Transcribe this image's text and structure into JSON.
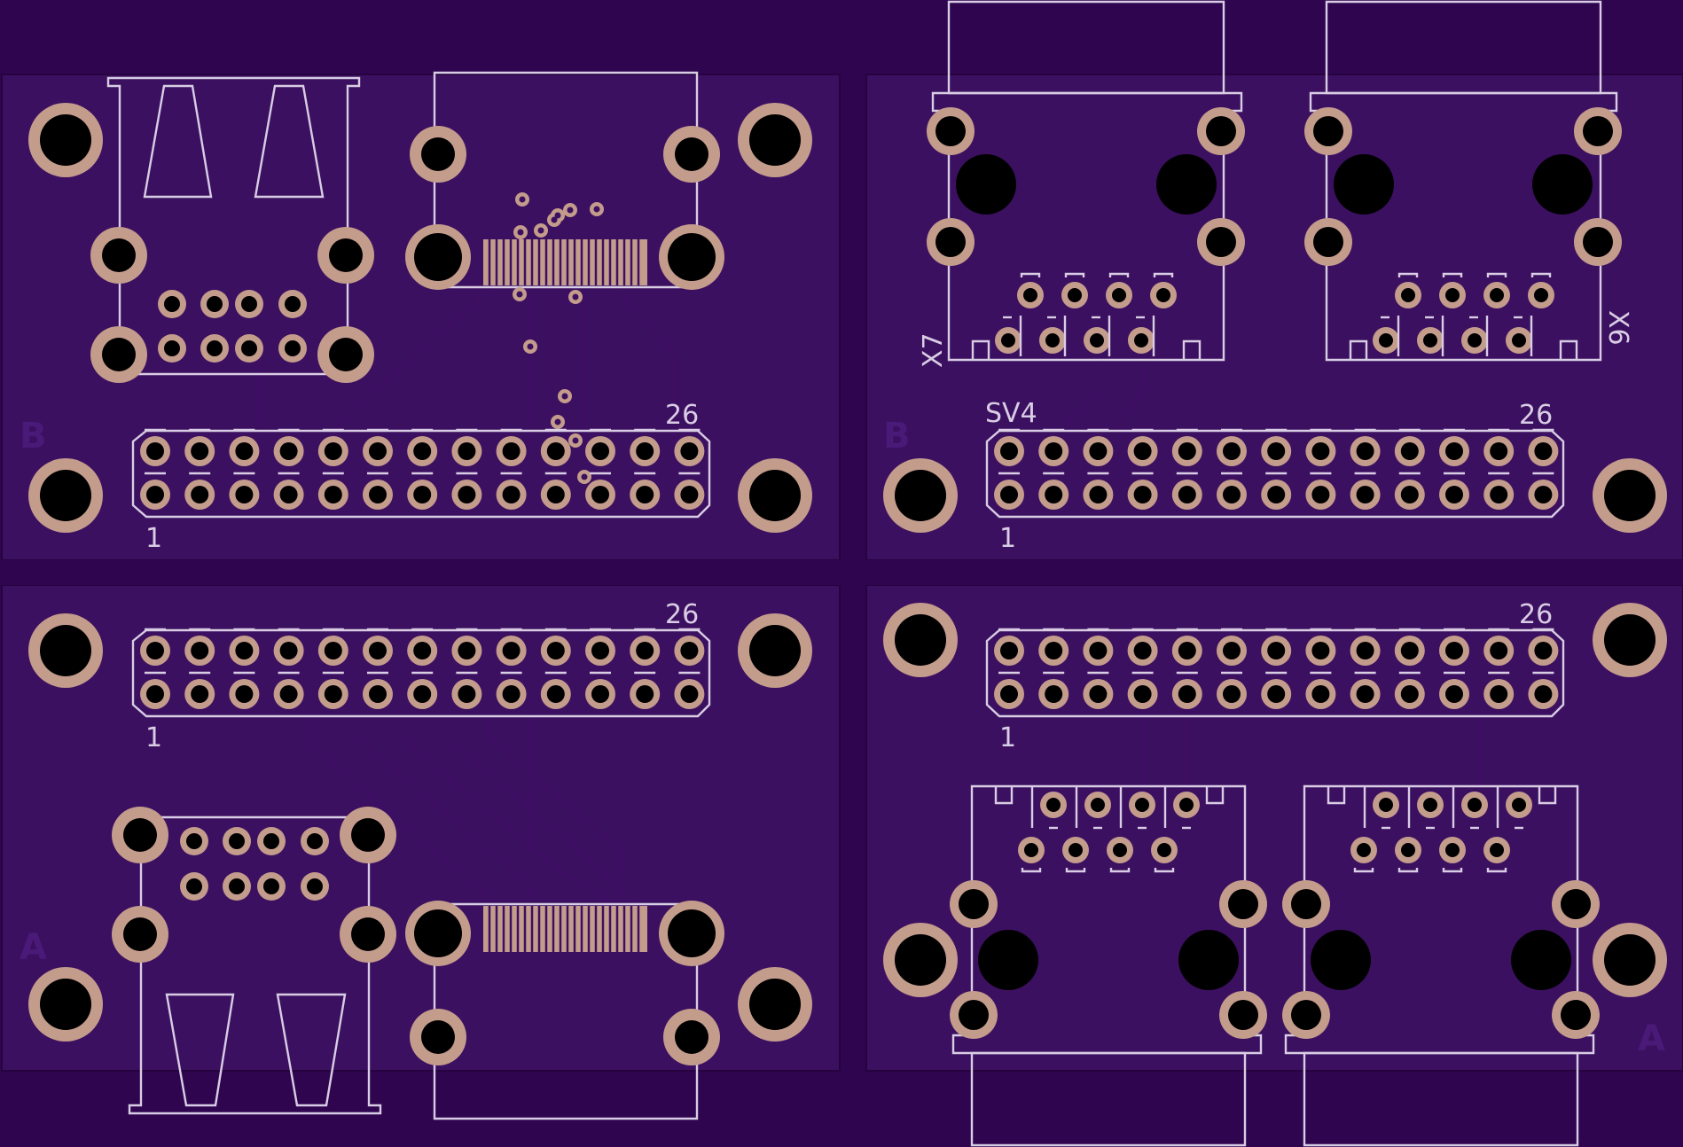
{
  "boards": [
    {
      "id": "top-left",
      "side_mark": "B",
      "header_first_pin": "1",
      "header_last_pin": "26",
      "designator": ""
    },
    {
      "id": "top-right",
      "side_mark": "B",
      "header_first_pin": "1",
      "header_last_pin": "26",
      "designator": "SV4",
      "jack_left": "X7",
      "jack_right": "X6"
    },
    {
      "id": "bottom-left",
      "side_mark": "A",
      "header_first_pin": "1",
      "header_last_pin": "26",
      "designator": ""
    },
    {
      "id": "bottom-right",
      "side_mark": "A",
      "header_first_pin": "1",
      "header_last_pin": "26",
      "designator": ""
    }
  ],
  "colors": {
    "background": "#2f0550",
    "board": "#3c1060",
    "pad": "#c39c8c",
    "silkscreen": "#d8cde4"
  }
}
